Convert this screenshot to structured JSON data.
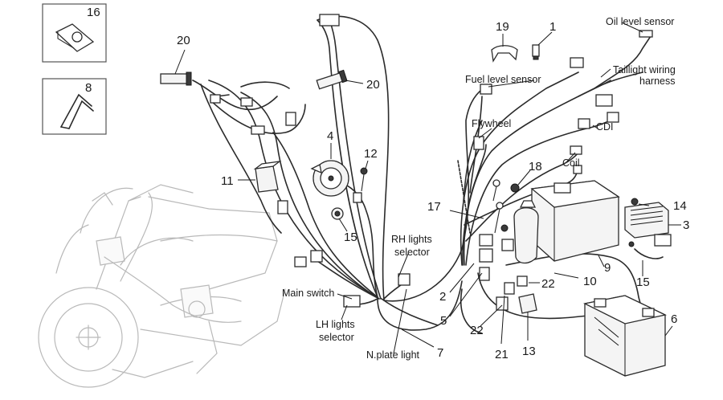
{
  "callouts": {
    "n16": "16",
    "n8": "8",
    "n20a": "20",
    "n20b": "20",
    "n19": "19",
    "n1": "1",
    "n4": "4",
    "n12": "12",
    "n11": "11",
    "n15a": "15",
    "n18": "18",
    "n17": "17",
    "n14": "14",
    "n3": "3",
    "n9": "9",
    "n10": "10",
    "n15b": "15",
    "n22a": "22",
    "n2": "2",
    "n5": "5",
    "n22b": "22",
    "n21": "21",
    "n13": "13",
    "n7": "7",
    "n6": "6"
  },
  "labels": {
    "oil_level_sensor": "Oil level sensor",
    "taillight_line1": "Taillight wiring",
    "taillight_line2": "harness",
    "fuel_level_sensor": "Fuel level sensor",
    "flywheel": "Flywheel",
    "cdi": "CDI",
    "coil": "Coil",
    "rh_line1": "RH lights",
    "rh_line2": "selector",
    "main_switch": "Main switch",
    "lh_line1": "LH lights",
    "lh_line2": "selector",
    "nplate_light": "N.plate light"
  }
}
